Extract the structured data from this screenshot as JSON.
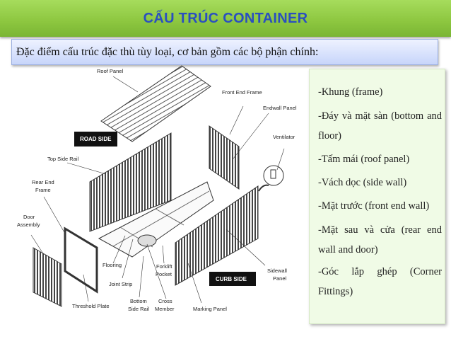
{
  "title": "CẤU TRÚC CONTAINER",
  "subtitle": "Đặc điểm cấu trúc đặc thù tùy loại, cơ bản gồm các bộ phận chính:",
  "diagram": {
    "labels": {
      "roof_panel": "Roof Panel",
      "front_end_frame": "Front End Frame",
      "endwall_panel": "Endwall Panel",
      "ventilator": "Ventilator",
      "road_side": "ROAD SIDE",
      "top_side_rail": "Top Side Rail",
      "rear_end_1": "Rear End",
      "rear_end_2": "Frame",
      "door_1": "Door",
      "door_2": "Assembly",
      "flooring": "Flooring",
      "joint_strip": "Joint Strip",
      "bottom_1": "Bottom",
      "bottom_2": "Side Rail",
      "cross_1": "Cross",
      "cross_2": "Member",
      "forklift_1": "Forklift",
      "forklift_2": "Pocket",
      "curb_side": "CURB SIDE",
      "sidewall_1": "Sidewall",
      "sidewall_2": "Panel",
      "marking_panel": "Marking Panel",
      "threshold_plate": "Threshold Plate"
    }
  },
  "parts": [
    "-Khung (frame)",
    "-Đáy và mặt sàn (bottom and floor)",
    "-Tấm mái (roof panel)",
    "-Vách dọc (side wall)",
    "-Mặt trước (front end wall)",
    "-Mặt sau và cửa (rear end wall and door)",
    "-Góc lắp ghép (Corner Fittings)"
  ]
}
